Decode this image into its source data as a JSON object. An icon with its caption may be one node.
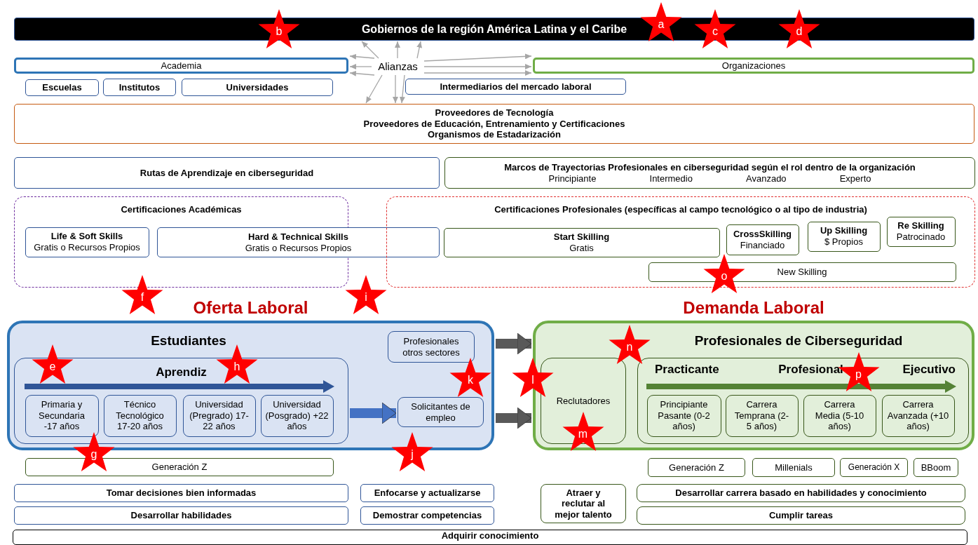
{
  "diagram": {
    "nodes": [
      {
        "text": [
          "Gobiernos de la región América Latina y el Caribe"
        ]
      },
      {
        "text": [
          "b"
        ]
      },
      {
        "text": [
          "c"
        ]
      },
      {
        "text": [
          "d"
        ]
      },
      {
        "text": [
          "Academia"
        ]
      },
      {
        "text": [
          "Alianzas"
        ]
      },
      {
        "text": [
          "a"
        ]
      },
      {
        "text": [
          "Organizaciones"
        ]
      },
      {
        "text": [
          "Escuelas"
        ]
      },
      {
        "text": [
          "Institutos"
        ]
      },
      {
        "text": [
          "Universidades"
        ]
      },
      {
        "text": [
          "Intermediarios del mercado laboral"
        ]
      },
      {
        "text": [
          "Proveedores de Tecnología",
          "Proveedores de Educación, Entrenamiento y Certificaciones",
          "Organismos de Estadarización"
        ]
      },
      {
        "text": [
          "Rutas de Aprendizaje en ciberseguridad"
        ]
      },
      {
        "text": [
          "Marcos de Trayectorias Profesionales en ciberseguridad según el rol dentro de la organización",
          "Principiante",
          "Intermedio",
          "Avanzado",
          "Experto"
        ]
      },
      {
        "text": [
          "Certificaciones Académicas"
        ]
      },
      {
        "text": [
          "Life & Soft Skills",
          "Gratis o Recursos Propios"
        ],
        "in": 15
      },
      {
        "text": [
          "Hard & Technical Skills",
          "Gratis o Recursos Propios"
        ]
      },
      {
        "text": [
          "Certificaciones Profesionales (específicas al campo tecnológico o al tipo de industria)"
        ]
      },
      {
        "text": [
          "Start Skilling",
          "Gratis"
        ],
        "in": 18
      },
      {
        "text": [
          "CrossSkilling",
          "Financiado"
        ],
        "in": 18
      },
      {
        "text": [
          "Up Skilling",
          "$ Propios"
        ],
        "in": 18
      },
      {
        "text": [
          "Re Skilling",
          "Patrocinado"
        ],
        "in": 18
      },
      {
        "text": [
          "New Skilling"
        ],
        "in": 18
      },
      {
        "text": [
          "o"
        ]
      },
      {
        "text": [
          "f"
        ]
      },
      {
        "text": [
          "i"
        ]
      },
      {
        "text": [
          "Oferta Laboral",
          "Estudiantes"
        ]
      },
      {
        "text": [
          "Aprendiz"
        ],
        "in": 27
      },
      {
        "text": [
          "e"
        ],
        "in": 27
      },
      {
        "text": [
          "h"
        ],
        "in": 27
      },
      {
        "text": [
          "Primaria y Secundaria -17 años"
        ],
        "in": 28
      },
      {
        "text": [
          "Técnico Tecnológico 17-20 años"
        ],
        "in": 28
      },
      {
        "text": [
          "Universidad (Pregrado) 17-22 años"
        ],
        "in": 28
      },
      {
        "text": [
          "Universidad (Posgrado) +22 años"
        ],
        "in": 28
      },
      {
        "text": [
          "Profesionales otros sectores"
        ],
        "in": 27
      },
      {
        "text": [
          "Solicitantes de empleo"
        ],
        "in": 27
      },
      {
        "text": [
          "k"
        ],
        "in": 27
      },
      {
        "text": [
          "g"
        ]
      },
      {
        "text": [
          "j"
        ]
      },
      {
        "text": [
          "Demanda Laboral",
          "Profesionales de Ciberseguridad"
        ]
      },
      {
        "text": [
          "n"
        ],
        "in": 40
      },
      {
        "text": [
          "l"
        ]
      },
      {
        "text": [
          "Reclutadores"
        ],
        "in": 40
      },
      {
        "text": [
          "m"
        ],
        "in": 43
      },
      {
        "text": [
          "Practicante",
          "Profesional",
          "Ejecutivo"
        ],
        "in": 40
      },
      {
        "text": [
          "p"
        ],
        "in": 45
      },
      {
        "text": [
          "Principiante Pasante (0-2 años)"
        ],
        "in": 45
      },
      {
        "text": [
          "Carrera Temprana (2-5 años)"
        ],
        "in": 45
      },
      {
        "text": [
          "Carrera Media (5-10 años)"
        ],
        "in": 45
      },
      {
        "text": [
          "Carrera Avanzada (+10 años)"
        ],
        "in": 45
      },
      {
        "text": [
          "Generación Z"
        ]
      },
      {
        "text": [
          "Generación Z"
        ]
      },
      {
        "text": [
          "Millenials"
        ]
      },
      {
        "text": [
          "Generación X"
        ]
      },
      {
        "text": [
          "BBoom"
        ]
      },
      {
        "text": [
          "Tomar decisiones bien informadas"
        ]
      },
      {
        "text": [
          "Enfocarse y actualizarse"
        ]
      },
      {
        "text": [
          "Atraer y reclutar al mejor talento"
        ]
      },
      {
        "text": [
          "Desarrollar carrera basado en habilidades y conocimiento"
        ]
      },
      {
        "text": [
          "Desarrollar habilidades"
        ]
      },
      {
        "text": [
          "Demostrar competencias"
        ]
      },
      {
        "text": [
          "Cumplir tareas"
        ]
      },
      {
        "text": [
          "Adquirir conocimiento"
        ]
      }
    ],
    "edges": [
      {
        "from": 5,
        "to": 0,
        "arrow": "to"
      },
      {
        "from": 5,
        "to": 0,
        "arrow": "to"
      },
      {
        "from": 5,
        "to": 0,
        "arrow": "to"
      },
      {
        "from": 5,
        "to": 4,
        "arrow": "to"
      },
      {
        "from": 5,
        "to": 4,
        "arrow": "to"
      },
      {
        "from": 5,
        "to": 4,
        "arrow": "to"
      },
      {
        "from": 5,
        "to": 7,
        "arrow": "to"
      },
      {
        "from": 5,
        "to": 7,
        "arrow": "to"
      },
      {
        "from": 5,
        "to": 7,
        "arrow": "to"
      },
      {
        "from": 5,
        "to": 12,
        "arrow": "to"
      },
      {
        "from": 5,
        "to": 12,
        "arrow": "to"
      },
      {
        "from": 5,
        "to": 12,
        "arrow": "to"
      },
      {
        "from": 28,
        "to": 36,
        "arrow": "to",
        "style": "thick",
        "color": "#4472c4"
      },
      {
        "from": 27,
        "to": 40,
        "arrow": "to",
        "style": "thick",
        "color": "#595959"
      },
      {
        "from": 27,
        "to": 40,
        "arrow": "to",
        "style": "thick",
        "color": "#595959"
      }
    ]
  }
}
